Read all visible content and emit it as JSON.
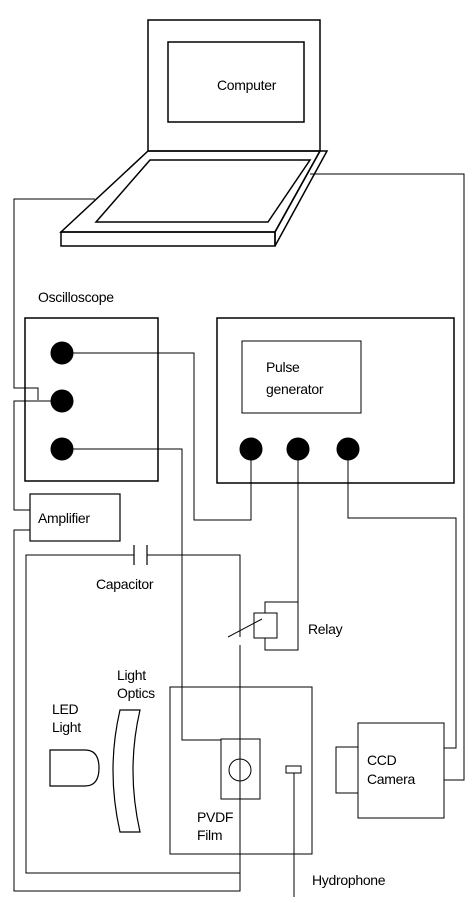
{
  "labels": {
    "computer": "Computer",
    "oscilloscope": "Oscilloscope",
    "pulse_generator_line1": "Pulse",
    "pulse_generator_line2": "generator",
    "amplifier": "Amplifier",
    "capacitor": "Capacitor",
    "relay": "Relay",
    "light_optics_line1": "Light",
    "light_optics_line2": "Optics",
    "led_light_line1": "LED",
    "led_light_line2": "Light",
    "pvdf_film_line1": "PVDF",
    "pvdf_film_line2": "Film",
    "ccd_camera_line1": "CCD",
    "ccd_camera_line2": "Camera",
    "hydrophone": "Hydrophone"
  }
}
